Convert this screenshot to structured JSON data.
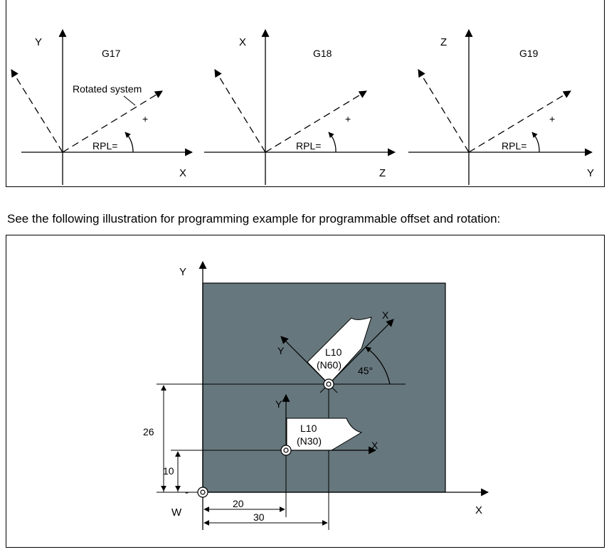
{
  "planes": [
    {
      "code": "G17",
      "vertical_axis": "Y",
      "horizontal_axis": "X"
    },
    {
      "code": "G18",
      "vertical_axis": "X",
      "horizontal_axis": "Z"
    },
    {
      "code": "G19",
      "vertical_axis": "Z",
      "horizontal_axis": "Y"
    }
  ],
  "top": {
    "rotated_system_label": "Rotated system",
    "angle_label": "RPL=",
    "direction_sign": "+"
  },
  "caption": "See the following illustration for programming example for programmable offset and rotation:",
  "example": {
    "y_axis": "Y",
    "x_axis": "X",
    "origin_label": "W",
    "origin_sign": "-",
    "shifted_y": "Y",
    "shifted_x": "X",
    "part1_line1": "L10",
    "part1_line2": "(N30)",
    "rotated_y": "Y",
    "rotated_x": "X",
    "part2_line1": "L10",
    "part2_line2": "(N60)",
    "angle": "45°",
    "dim_26": "26",
    "dim_10": "10",
    "dim_20": "20",
    "dim_30": "30"
  },
  "colors": {
    "workpiece": "#66777d",
    "line": "#000000",
    "part": "#ffffff"
  }
}
